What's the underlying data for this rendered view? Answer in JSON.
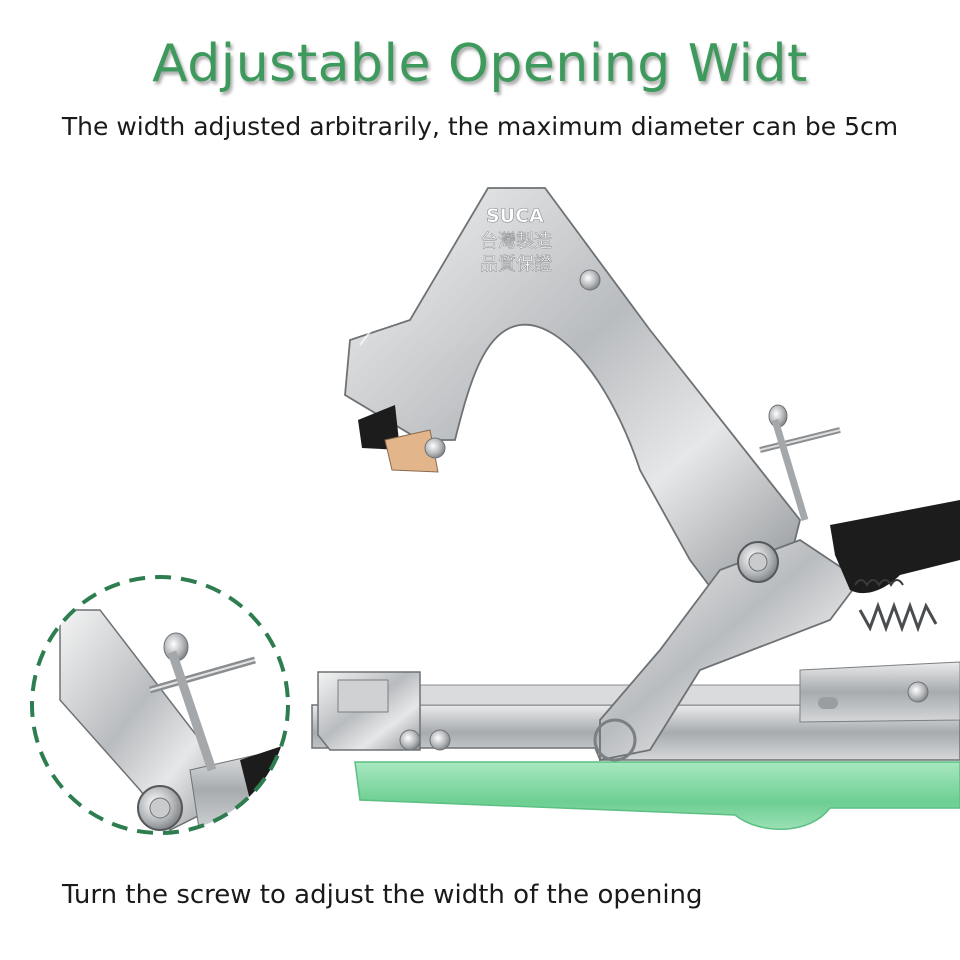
{
  "title": "Adjustable Opening Widt",
  "subtitle": "The width adjusted arbitrarily, the maximum diameter can be 5cm",
  "caption": "Turn the screw to adjust the width of the opening",
  "product": {
    "brand": "SUCA",
    "stamp_line1": "台灣製造",
    "stamp_line2": "品質保證"
  },
  "colors": {
    "title": "#3e9a5c",
    "accent_dashed": "#2e7d4f",
    "tape_green": "#7fd6a0",
    "handle_black": "#1c1c1c"
  }
}
